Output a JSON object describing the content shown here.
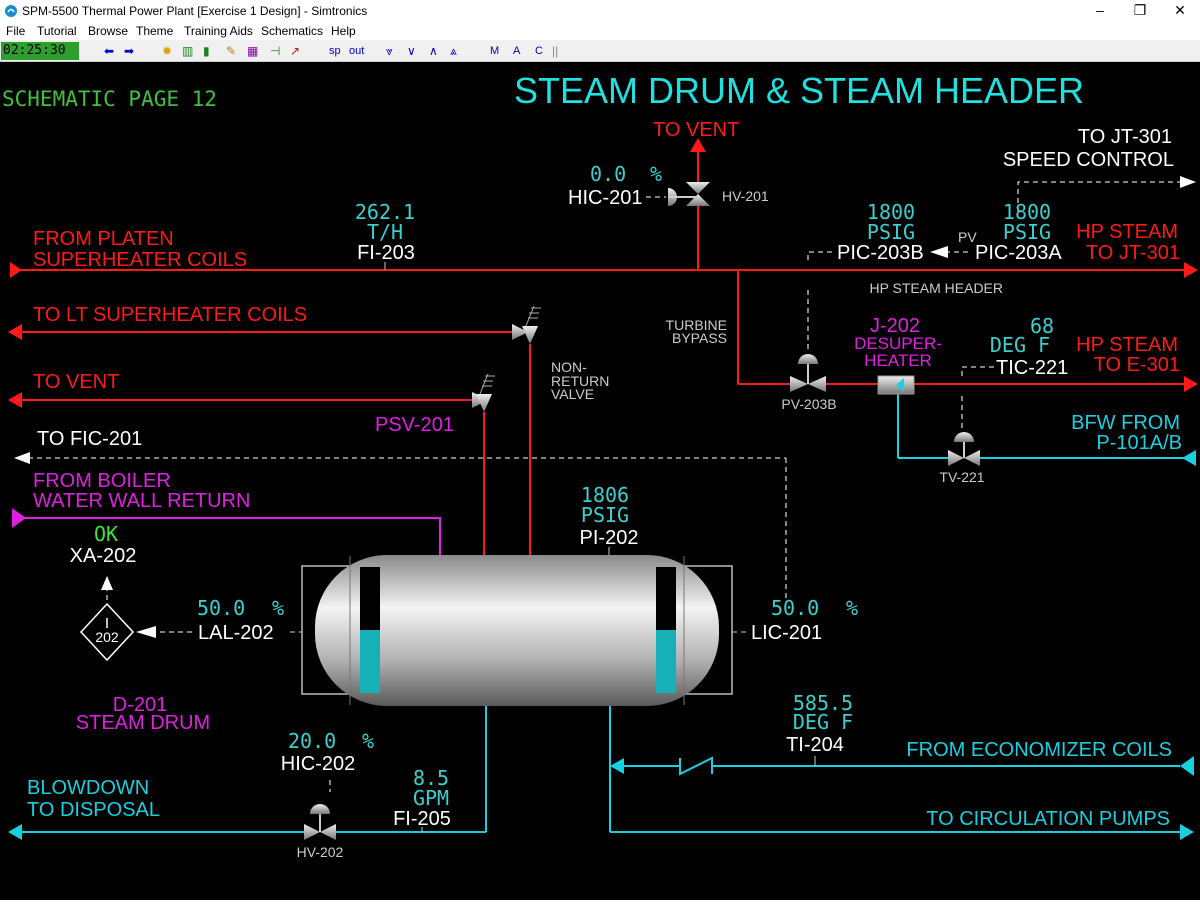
{
  "window": {
    "title": "SPM-5500 Thermal Power Plant [Exercise 1 Design] - Simtronics",
    "minimize": "–",
    "restore": "❐",
    "close": "✕"
  },
  "menu": [
    "File",
    "Tutorial",
    "Browse",
    "Theme",
    "Training Aids",
    "Schematics",
    "Help"
  ],
  "toolbar": {
    "clock": "02:25:30",
    "sp": "sp",
    "out": "out",
    "m": "M",
    "a": "A",
    "c": "C"
  },
  "page": {
    "page_label": "SCHEMATIC PAGE 12",
    "title": "STEAM DRUM & STEAM HEADER"
  },
  "labels": {
    "to_vent_top": "TO VENT",
    "to_jt301_1": "TO JT-301",
    "to_jt301_2": "SPEED CONTROL",
    "from_platen_1": "FROM PLATEN",
    "from_platen_2": "SUPERHEATER COILS",
    "hp_steam_jt_1": "HP STEAM",
    "hp_steam_jt_2": "TO JT-301",
    "hp_steam_header": "HP STEAM HEADER",
    "to_lt_sh": "TO LT SUPERHEATER COILS",
    "turbine_bypass_1": "TURBINE",
    "turbine_bypass_2": "BYPASS",
    "j202_1": "J-202",
    "j202_2": "DESUPER-",
    "j202_3": "HEATER",
    "hp_steam_e_1": "HP STEAM",
    "hp_steam_e_2": "TO E-301",
    "non_return_1": "NON-",
    "non_return_2": "RETURN",
    "non_return_3": "VALVE",
    "to_vent_mid": "TO VENT",
    "psv201": "PSV-201",
    "bfw_1": "BFW FROM",
    "bfw_2": "P-101A/B",
    "to_fic201": "TO FIC-201",
    "from_boiler_1": "FROM BOILER",
    "from_boiler_2": "WATER WALL RETURN",
    "d201_1": "D-201",
    "d201_2": "STEAM DRUM",
    "blowdown_1": "BLOWDOWN",
    "blowdown_2": "TO DISPOSAL",
    "from_econ": "FROM ECONOMIZER COILS",
    "to_circ": "TO CIRCULATION PUMPS",
    "pv_tag": "PV"
  },
  "instruments": {
    "hic201": {
      "value": "0.0",
      "unit": "%",
      "tag": "HIC-201",
      "valve": "HV-201"
    },
    "fi203": {
      "value": "262.1",
      "unit": "T/H",
      "tag": "FI-203"
    },
    "pic203b": {
      "value": "1800",
      "unit": "PSIG",
      "tag": "PIC-203B",
      "valve": "PV-203B"
    },
    "pic203a": {
      "value": "1800",
      "unit": "PSIG",
      "tag": "PIC-203A"
    },
    "tic221": {
      "value": "68",
      "unit": "DEG F",
      "tag": "TIC-221",
      "valve": "TV-221"
    },
    "pi202": {
      "value": "1806",
      "unit": "PSIG",
      "tag": "PI-202"
    },
    "xa202": {
      "value": "OK",
      "tag": "XA-202",
      "symbol": "202"
    },
    "lal202": {
      "value": "50.0",
      "unit": "%",
      "tag": "LAL-202"
    },
    "lic201": {
      "value": "50.0",
      "unit": "%",
      "tag": "LIC-201"
    },
    "ti204": {
      "value": "585.5",
      "unit": "DEG F",
      "tag": "TI-204"
    },
    "hic202": {
      "value": "20.0",
      "unit": "%",
      "tag": "HIC-202",
      "valve": "HV-202"
    },
    "fi205": {
      "value": "8.5",
      "unit": "GPM",
      "tag": "FI-205"
    }
  },
  "drum": {
    "level_left_fraction": 0.5,
    "level_right_fraction": 0.5
  },
  "colors": {
    "steam": "#ff1a1a",
    "water": "#19d0e0",
    "magenta": "#e020e0",
    "signal": "#ffffff",
    "value": "#3ad0d0",
    "title": "#20e0e0",
    "ok": "#40e040",
    "page_label": "#40c040",
    "background": "#000000"
  }
}
